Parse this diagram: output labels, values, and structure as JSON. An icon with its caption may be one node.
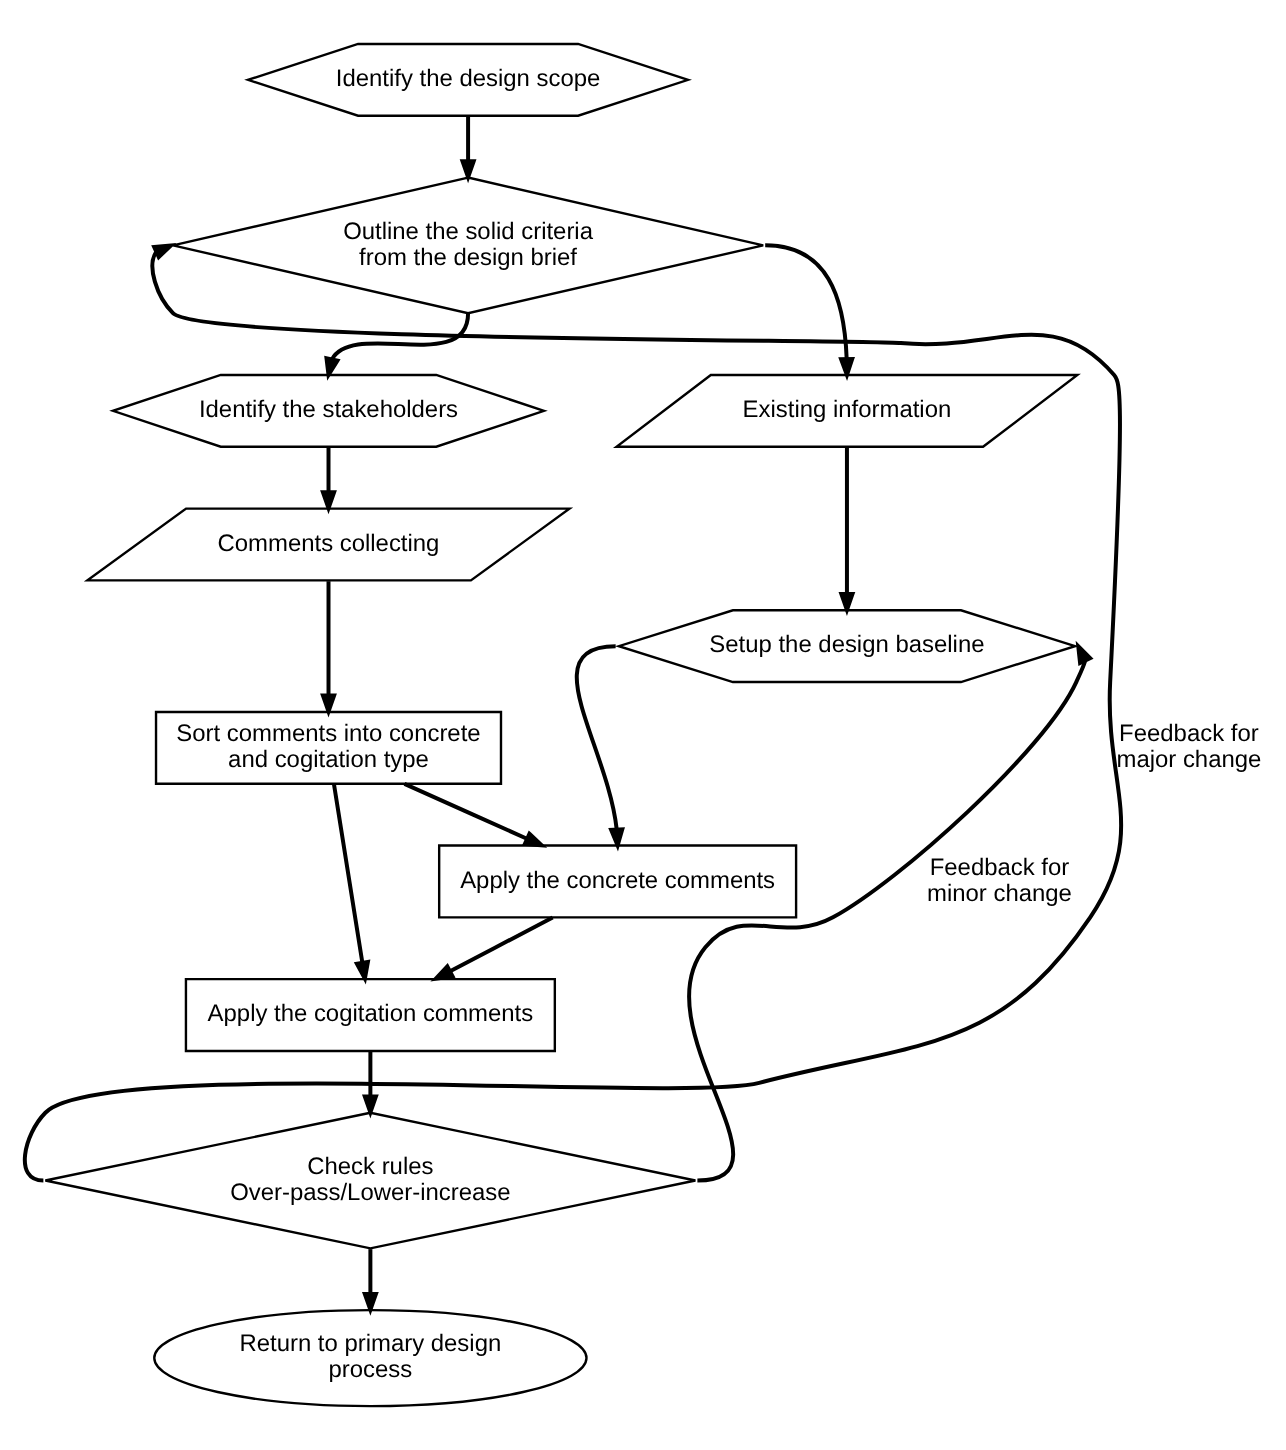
{
  "diagram": {
    "nodes": [
      {
        "text": [
          "Identify the design scope"
        ]
      },
      {
        "text": [
          "Outline the solid criteria from the design brief"
        ]
      },
      {
        "text": [
          "Existing information"
        ]
      },
      {
        "text": [
          "Identify the stakeholders"
        ]
      },
      {
        "text": [
          "Comments collecting"
        ]
      },
      {
        "text": [
          "Sort comments into concrete and cogitation type"
        ]
      },
      {
        "text": [
          "Setup the design baseline"
        ]
      },
      {
        "text": [
          "Apply the concrete comments"
        ]
      },
      {
        "text": [
          "Apply the cogitation comments"
        ]
      },
      {
        "text": [
          "Check rules Over-pass/Lower-increase"
        ]
      },
      {
        "text": [
          "Return to primary design process"
        ]
      }
    ],
    "edges": [
      {
        "from": 0,
        "to": 1,
        "arrow": "to"
      },
      {
        "from": 1,
        "to": 2,
        "arrow": "to"
      },
      {
        "from": 1,
        "to": 3,
        "arrow": "to"
      },
      {
        "from": 3,
        "to": 4,
        "arrow": "to"
      },
      {
        "from": 4,
        "to": 5,
        "arrow": "to"
      },
      {
        "from": 2,
        "to": 6,
        "arrow": "to"
      },
      {
        "from": 6,
        "to": 7,
        "arrow": "to"
      },
      {
        "from": 5,
        "to": 7,
        "arrow": "to"
      },
      {
        "from": 5,
        "to": 8,
        "arrow": "to"
      },
      {
        "from": 7,
        "to": 8,
        "arrow": "to"
      },
      {
        "from": 8,
        "to": 9,
        "arrow": "to"
      },
      {
        "from": 9,
        "to": 1,
        "arrow": "to",
        "label": "Feedback for major change"
      },
      {
        "from": 9,
        "to": 6,
        "arrow": "to",
        "label": "Feedback for minor change"
      },
      {
        "from": 9,
        "to": 10,
        "arrow": "to"
      }
    ]
  }
}
